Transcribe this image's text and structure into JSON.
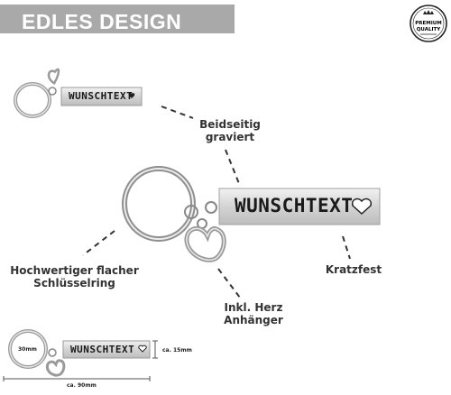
{
  "header": {
    "title": "EDLES DESIGN"
  },
  "badge": {
    "line1": "PREMIUM",
    "line2": "QUALITY"
  },
  "tag": {
    "engraving": "WUNSCHTEXT"
  },
  "features": {
    "engraved": "Beidseitig\ngraviert",
    "ring": "Hochwertiger flacher\nSchlüsselring",
    "scratch": "Kratzfest",
    "heart": "Inkl. Herz\nAnhänger"
  },
  "dimensions": {
    "ring": "30mm",
    "height": "ca. 15mm",
    "width": "ca. 90mm"
  },
  "colors": {
    "header_bg": "#a9a9a9",
    "metal": "#d8d8d8",
    "line": "#333333"
  }
}
